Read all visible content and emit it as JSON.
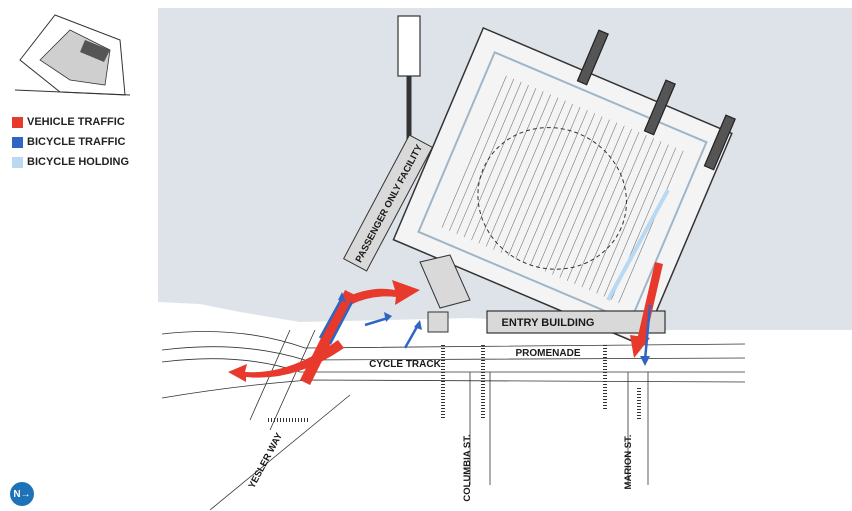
{
  "legend": [
    {
      "label": "VEHICLE TRAFFIC",
      "color": "#e8392d"
    },
    {
      "label": "BICYCLE TRAFFIC",
      "color": "#2f66c4"
    },
    {
      "label": "BICYCLE HOLDING",
      "color": "#b9d9f2"
    }
  ],
  "labels": {
    "passenger_facility": "PASSENGER ONLY FACILITY",
    "entry_building": "ENTRY BUILDING",
    "promenade": "PROMENADE",
    "cycle_track": "CYCLE TRACK",
    "yesler_way": "YESLER WAY",
    "columbia_st": "COLUMBIA ST.",
    "marion_st": "MARION ST."
  },
  "north_arrow": "N",
  "colors": {
    "water": "#dde3e8",
    "vehicle": "#e8392d",
    "bicycle": "#2f66c4",
    "bicycle_holding": "#b9d9f2"
  }
}
